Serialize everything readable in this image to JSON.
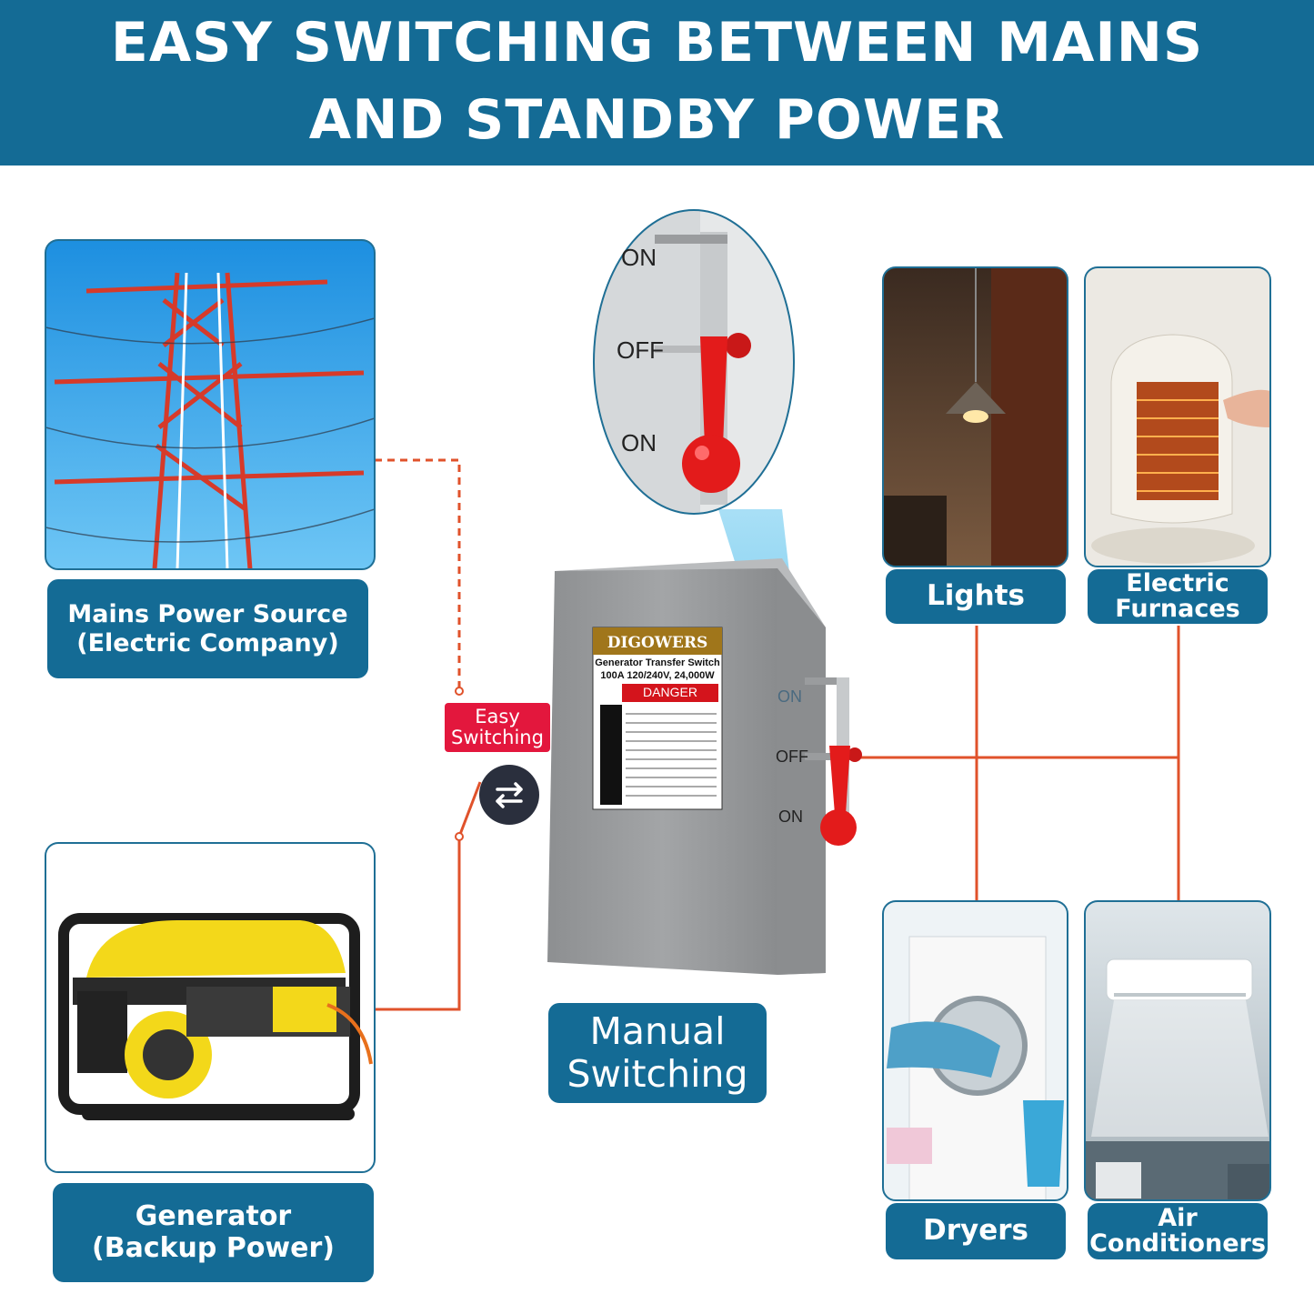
{
  "header": {
    "line1": "EASY SWITCHING BETWEEN MAINS",
    "line2": "AND STANDBY POWER"
  },
  "sources": {
    "mains": {
      "title": "Mains Power Source",
      "subtitle": "(Electric Company)"
    },
    "generator": {
      "title": "Generator",
      "subtitle": "(Backup Power)"
    }
  },
  "switch": {
    "easy_line1": "Easy",
    "easy_line2": "Switching",
    "manual_line1": "Manual",
    "manual_line2": "Switching",
    "brand": "DIGOWERS",
    "product_line1": "Generator Transfer Switch",
    "product_line2": "100A 120/240V, 24,000W",
    "danger": "DANGER",
    "handle_on": "ON",
    "handle_off": "OFF",
    "handle_on2": "ON"
  },
  "zoom": {
    "on_top": "ON",
    "off": "OFF",
    "on": "ON"
  },
  "loads": {
    "lights": "Lights",
    "furnaces_line1": "Electric",
    "furnaces_line2": "Furnaces",
    "dryers": "Dryers",
    "ac_line1": "Air",
    "ac_line2": "Conditioners"
  },
  "colors": {
    "banner": "#146b95",
    "label_bg": "#146b95",
    "connector": "#e0522b",
    "easy_badge": "#e3173d",
    "handle_red": "#e31b1b"
  }
}
